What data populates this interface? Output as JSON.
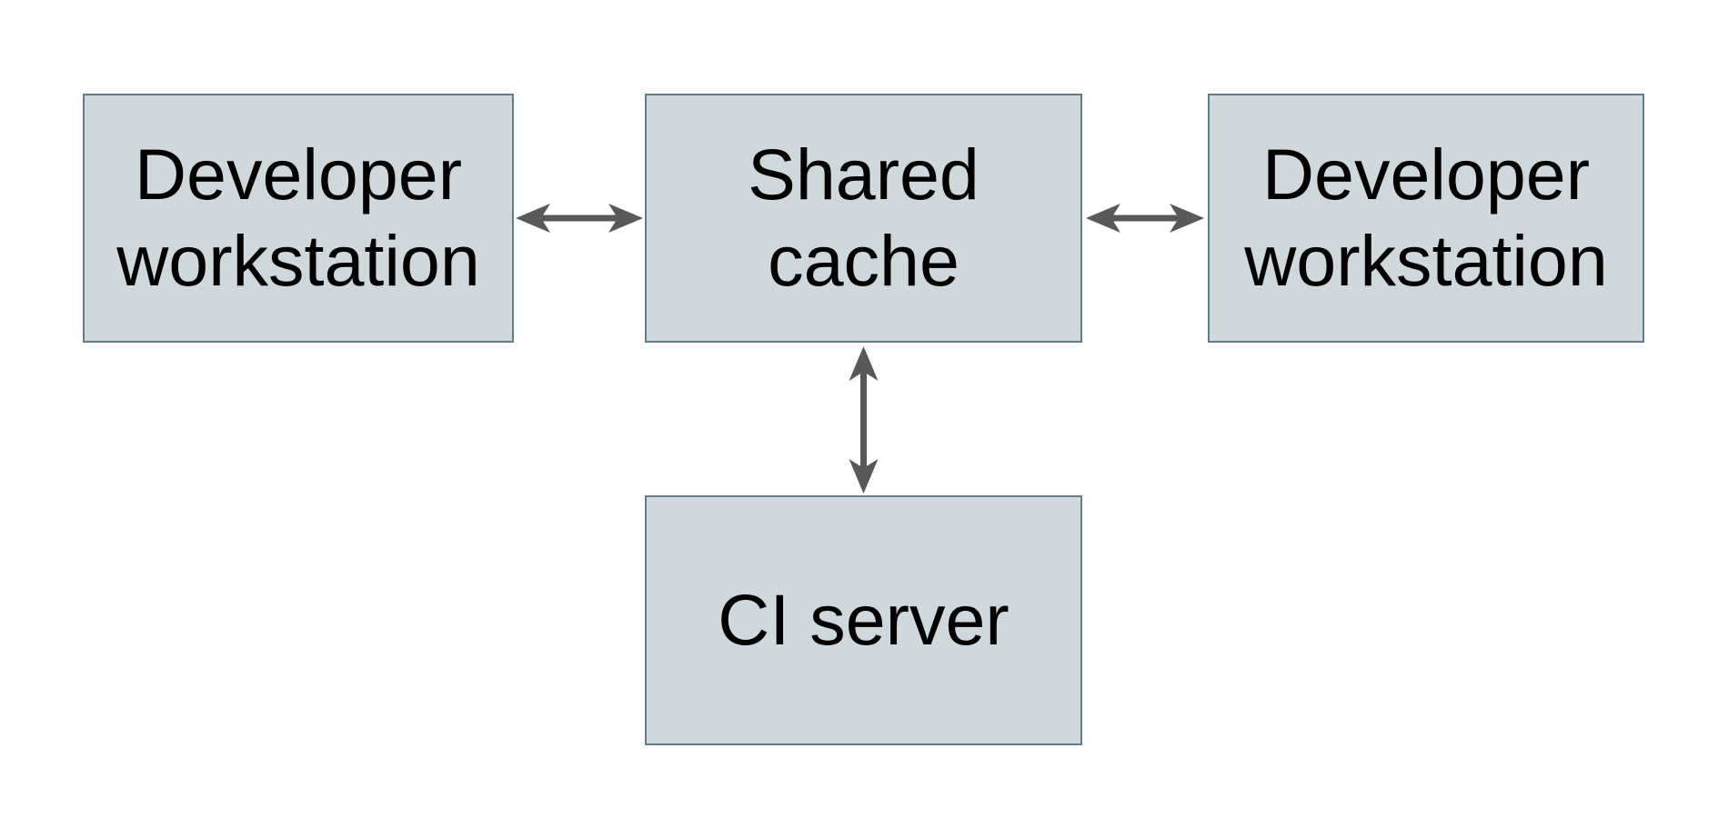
{
  "diagram": {
    "colors": {
      "background": "#ffffff",
      "box_fill": "#cfd8dc",
      "box_border": "#607d8b",
      "arrow": "#595959",
      "text": "#000000"
    },
    "nodes": [
      {
        "id": "developer-workstation-left",
        "label": "Developer workstation"
      },
      {
        "id": "shared-cache",
        "label": "Shared cache"
      },
      {
        "id": "developer-workstation-right",
        "label": "Developer workstation"
      },
      {
        "id": "ci-server",
        "label": "CI server"
      }
    ],
    "edges": [
      {
        "from": "developer-workstation-left",
        "to": "shared-cache",
        "direction": "bidirectional"
      },
      {
        "from": "shared-cache",
        "to": "developer-workstation-right",
        "direction": "bidirectional"
      },
      {
        "from": "shared-cache",
        "to": "ci-server",
        "direction": "bidirectional"
      }
    ]
  }
}
